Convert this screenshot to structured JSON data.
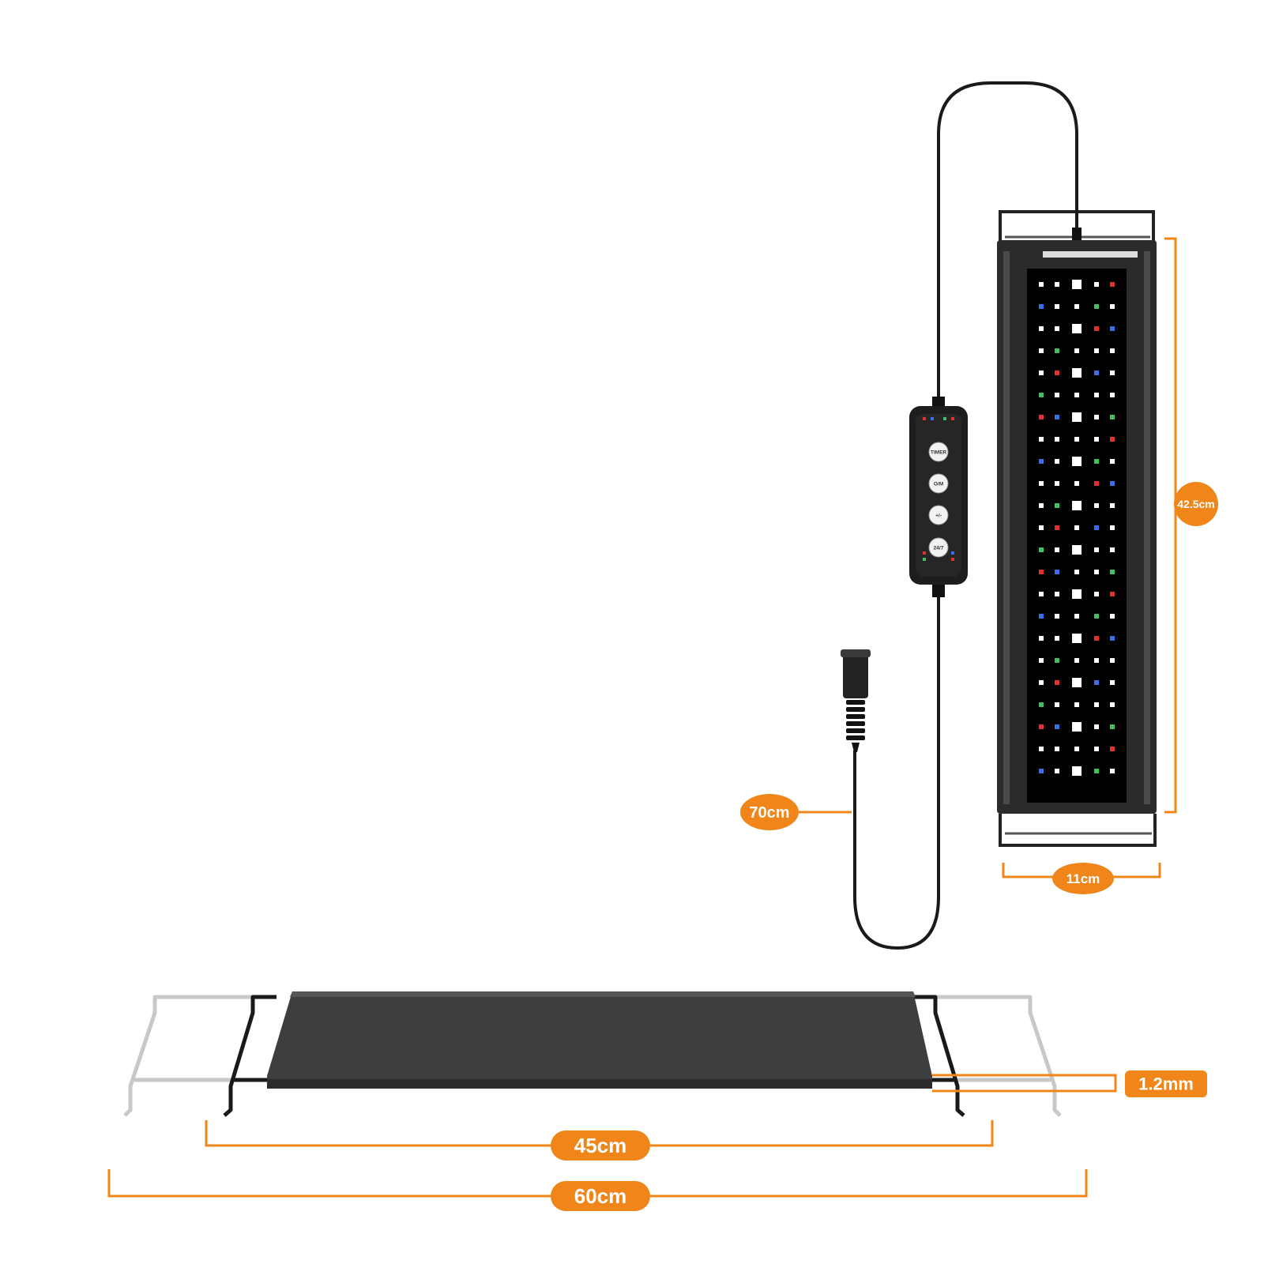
{
  "colors": {
    "accent": "#f08519",
    "housing": "#2b2b2d",
    "panel": "#000000",
    "bracket": "#1a1a1a",
    "bracket_extended": "#c8c8c8",
    "led_white": "#ffffff",
    "led_red": "#e03030",
    "led_blue": "#3a6ee8",
    "led_green": "#40c060"
  },
  "dimensions": {
    "length": "42.5cm",
    "width": "11cm",
    "cable": "70cm",
    "thickness": "1.2mm",
    "min_span": "45cm",
    "max_span": "60cm"
  },
  "controller": {
    "buttons": [
      {
        "label": "TIMER",
        "icon": "timer-icon"
      },
      {
        "label": "O/M",
        "icon": "power-mode-icon"
      },
      {
        "label": "+/-",
        "icon": "brightness-icon"
      },
      {
        "label": "24/7",
        "icon": "cycle-icon"
      }
    ]
  }
}
